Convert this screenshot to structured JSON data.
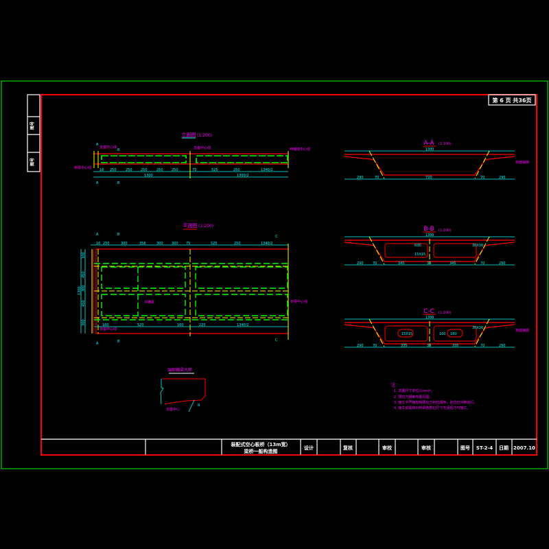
{
  "sheet": {
    "page_label": "第 6 页  共36页"
  },
  "side_strip": {
    "top_label": "图号",
    "bottom_label": "图号"
  },
  "title_block": {
    "project_line1": "装配式空心板桥（13m宽）",
    "project_line2": "梁桥一般构造图",
    "design": "设计",
    "review": "复核",
    "check": "审校",
    "approve": "审核",
    "drawing_no_label": "图号",
    "drawing_no": "ST-2-4",
    "date_label": "日期",
    "date": "2007.10"
  },
  "views": {
    "elevation": {
      "title": "立面图",
      "scale": "(1:200)",
      "dims": [
        "16",
        "250",
        "250",
        "250",
        "250",
        "250",
        "75",
        "525",
        "250",
        "1340/2"
      ],
      "total_left": "1300",
      "total_right": "1300/2",
      "labels": [
        "支座中心线",
        "支座中心线",
        "桥梁中心线",
        "伸缩缝中心线"
      ],
      "markers": [
        "A",
        "B",
        "A",
        "B"
      ]
    },
    "plan": {
      "title": "平面图",
      "scale": "(1:200)",
      "dims_top": [
        "16",
        "250",
        "300",
        "356",
        "300",
        "300",
        "75",
        "525",
        "250",
        "1340/2"
      ],
      "dims_bottom": [
        "160",
        "520",
        "160",
        "225",
        "1340/2"
      ],
      "side_dims": [
        "100",
        "450",
        "300",
        "450",
        "300",
        "1300"
      ],
      "labels": [
        "中横梁",
        "支座中心线",
        "桥梁中心线"
      ],
      "markers": [
        "A",
        "B",
        "C",
        "A",
        "B",
        "C"
      ]
    },
    "section_aa": {
      "title": "A-A",
      "scale": "(1:100)",
      "width": "1300",
      "dims": [
        "290",
        "70",
        "720",
        "70",
        "290"
      ],
      "label": "桥面铺装"
    },
    "section_bb": {
      "title": "B-B",
      "scale": "(1:100)",
      "width": "1300",
      "dims": [
        "290",
        "70",
        "345",
        "30",
        "345",
        "70",
        "290"
      ],
      "callouts": [
        "R30",
        "15X15",
        "30X30"
      ]
    },
    "section_cc": {
      "title": "C-C",
      "scale": "(1:100)",
      "width": "1300",
      "dims": [
        "290",
        "70",
        "335",
        "30",
        "335",
        "70",
        "290"
      ],
      "callouts": [
        "15X15",
        "100",
        "180",
        "30X30"
      ],
      "label": "桥面铺装"
    },
    "detail": {
      "title": "端部横梁大样",
      "labels": [
        "支座中心",
        "8"
      ]
    }
  },
  "notes": {
    "heading": "注：",
    "items": [
      "1. 本图尺寸单位以cm计。",
      "2. 预应力钢束布置见图。",
      "3. 施工中严格控制预应力张拉顺序，张拉应对称进行。",
      "4. 施工前需核对桥梁各部位尺寸无误后方可施工。"
    ]
  },
  "colors": {
    "frame": "#ff0000",
    "outer": "#00ff00",
    "dims": "#00ffff",
    "text": "#ff00ff"
  }
}
